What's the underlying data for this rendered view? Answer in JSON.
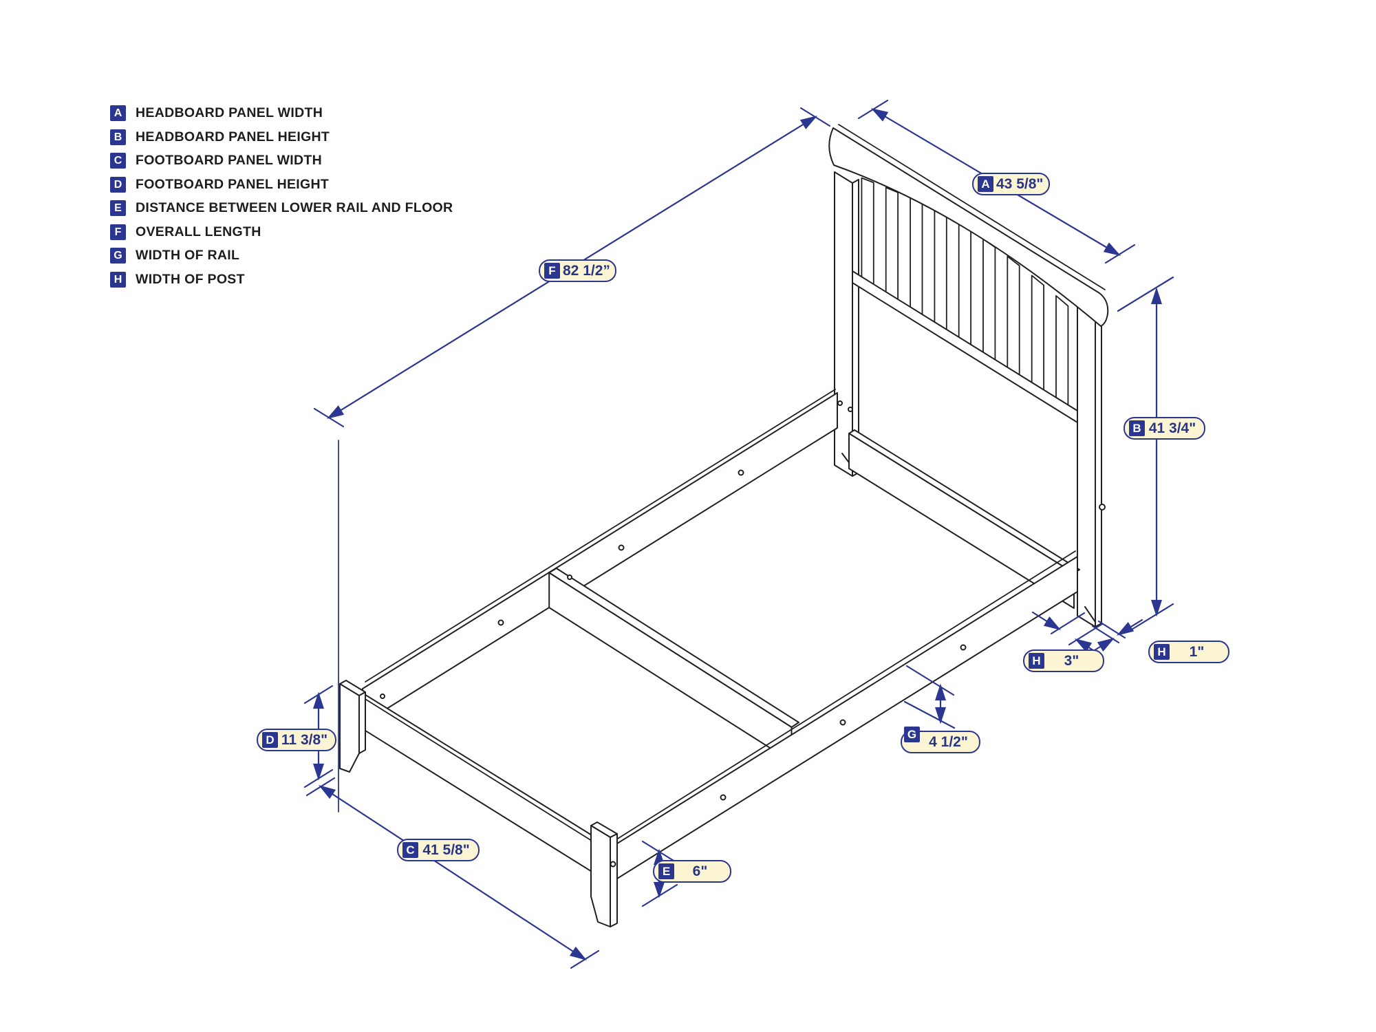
{
  "page": {
    "background": "#ffffff"
  },
  "legend": {
    "items": [
      {
        "letter": "A",
        "label": "HEADBOARD PANEL WIDTH"
      },
      {
        "letter": "B",
        "label": "HEADBOARD PANEL HEIGHT"
      },
      {
        "letter": "C",
        "label": "FOOTBOARD PANEL WIDTH"
      },
      {
        "letter": "D",
        "label": "FOOTBOARD PANEL HEIGHT"
      },
      {
        "letter": "E",
        "label": "DISTANCE BETWEEN LOWER RAIL AND FLOOR"
      },
      {
        "letter": "F",
        "label": "OVERALL LENGTH"
      },
      {
        "letter": "G",
        "label": "WIDTH OF RAIL"
      },
      {
        "letter": "H",
        "label": "WIDTH OF POST"
      }
    ]
  },
  "dimensions": {
    "a": {
      "letter": "A",
      "value": "43 5/8\""
    },
    "b": {
      "letter": "B",
      "value": "41 3/4\""
    },
    "c": {
      "letter": "C",
      "value": "41 5/8\""
    },
    "d": {
      "letter": "D",
      "value": "11 3/8\""
    },
    "e": {
      "letter": "E",
      "value": "6\""
    },
    "f": {
      "letter": "F",
      "value": "82 1/2”"
    },
    "g": {
      "letter": "G",
      "value": "4 1/2\""
    },
    "h_post_face": {
      "letter": "H",
      "value": "3\""
    },
    "h_post_side": {
      "letter": "H",
      "value": "1\""
    }
  },
  "colors": {
    "accent": "#2b3691",
    "label_bg": "#fcf5d3",
    "line_art": "#231f20"
  }
}
